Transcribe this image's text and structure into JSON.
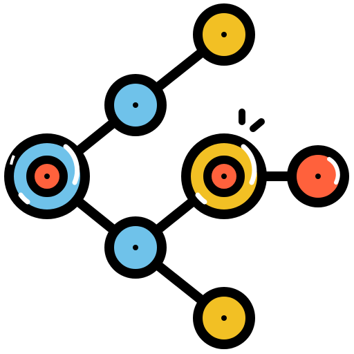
{
  "icon": {
    "name": "network-nodes-icon",
    "colors": {
      "outline": "#000000",
      "blue": "#6FC2EA",
      "yellow": "#F2C024",
      "red": "#FF613C",
      "highlight": "#FFFFFF"
    },
    "nodes": [
      {
        "id": "root",
        "color": "blue",
        "has_core": true
      },
      {
        "id": "upper-branch",
        "color": "blue",
        "has_core": false
      },
      {
        "id": "lower-branch",
        "color": "blue",
        "has_core": false
      },
      {
        "id": "top-leaf",
        "color": "yellow",
        "has_core": false
      },
      {
        "id": "middle-hub",
        "color": "yellow",
        "has_core": true
      },
      {
        "id": "bottom-leaf",
        "color": "yellow",
        "has_core": false
      },
      {
        "id": "right-leaf",
        "color": "red",
        "has_core": false
      }
    ]
  }
}
